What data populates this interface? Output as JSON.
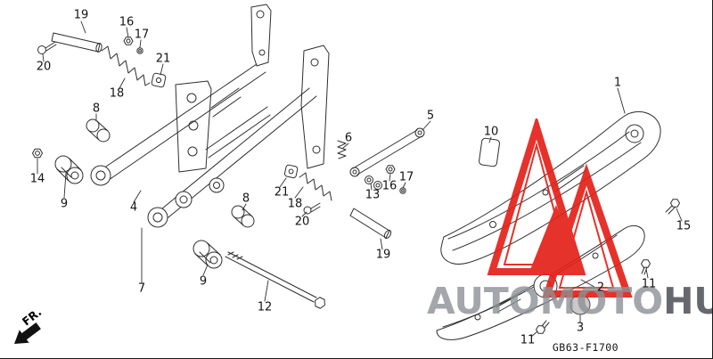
{
  "diagram": {
    "code": "GB63-F1700",
    "direction_label": "FR.",
    "callouts": [
      {
        "label": "19"
      },
      {
        "label": "16"
      },
      {
        "label": "17"
      },
      {
        "label": "20"
      },
      {
        "label": "21"
      },
      {
        "label": "18"
      },
      {
        "label": "8"
      },
      {
        "label": "14"
      },
      {
        "label": "9"
      },
      {
        "label": "4"
      },
      {
        "label": "7"
      },
      {
        "label": "9"
      },
      {
        "label": "12"
      },
      {
        "label": "6"
      },
      {
        "label": "5"
      },
      {
        "label": "8"
      },
      {
        "label": "21"
      },
      {
        "label": "18"
      },
      {
        "label": "20"
      },
      {
        "label": "13"
      },
      {
        "label": "16"
      },
      {
        "label": "17"
      },
      {
        "label": "19"
      },
      {
        "label": "10"
      },
      {
        "label": "1"
      },
      {
        "label": "15"
      },
      {
        "label": "11"
      },
      {
        "label": "2"
      },
      {
        "label": "3"
      },
      {
        "label": "11"
      }
    ]
  },
  "watermark": {
    "text_primary": "AUTOMOTO",
    "text_secondary": "HUB",
    "logo_color": "#e32119"
  }
}
